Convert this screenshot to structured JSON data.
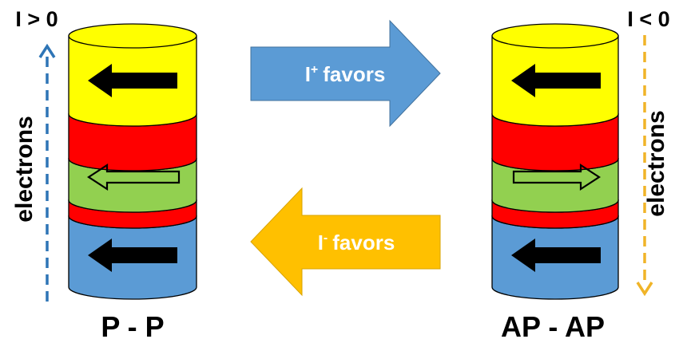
{
  "left_stack": {
    "current_label": "I > 0",
    "electrons_label": "electrons",
    "caption": "P - P"
  },
  "right_stack": {
    "current_label": "I < 0",
    "electrons_label": "electrons",
    "caption": "AP - AP"
  },
  "arrows": {
    "forward": {
      "symbol": "I",
      "superscript": "+",
      "text": "favors"
    },
    "backward": {
      "symbol": "I",
      "superscript": "-",
      "text": "favors"
    }
  },
  "colors": {
    "top_layer": "#ffff00",
    "spacer_layer": "#ff0000",
    "free_layer": "#92d050",
    "bottom_layer": "#5b9bd5",
    "forward_arrow": "#5b9bd5",
    "backward_arrow": "#ffc000",
    "left_electron_arrow": "#2e75b6",
    "right_electron_arrow": "#f0b428"
  },
  "icons": {
    "magnetization_fixed": "solid-black-left-arrow",
    "magnetization_free_left": "hollow-left-arrow",
    "magnetization_free_right": "hollow-right-arrow"
  }
}
